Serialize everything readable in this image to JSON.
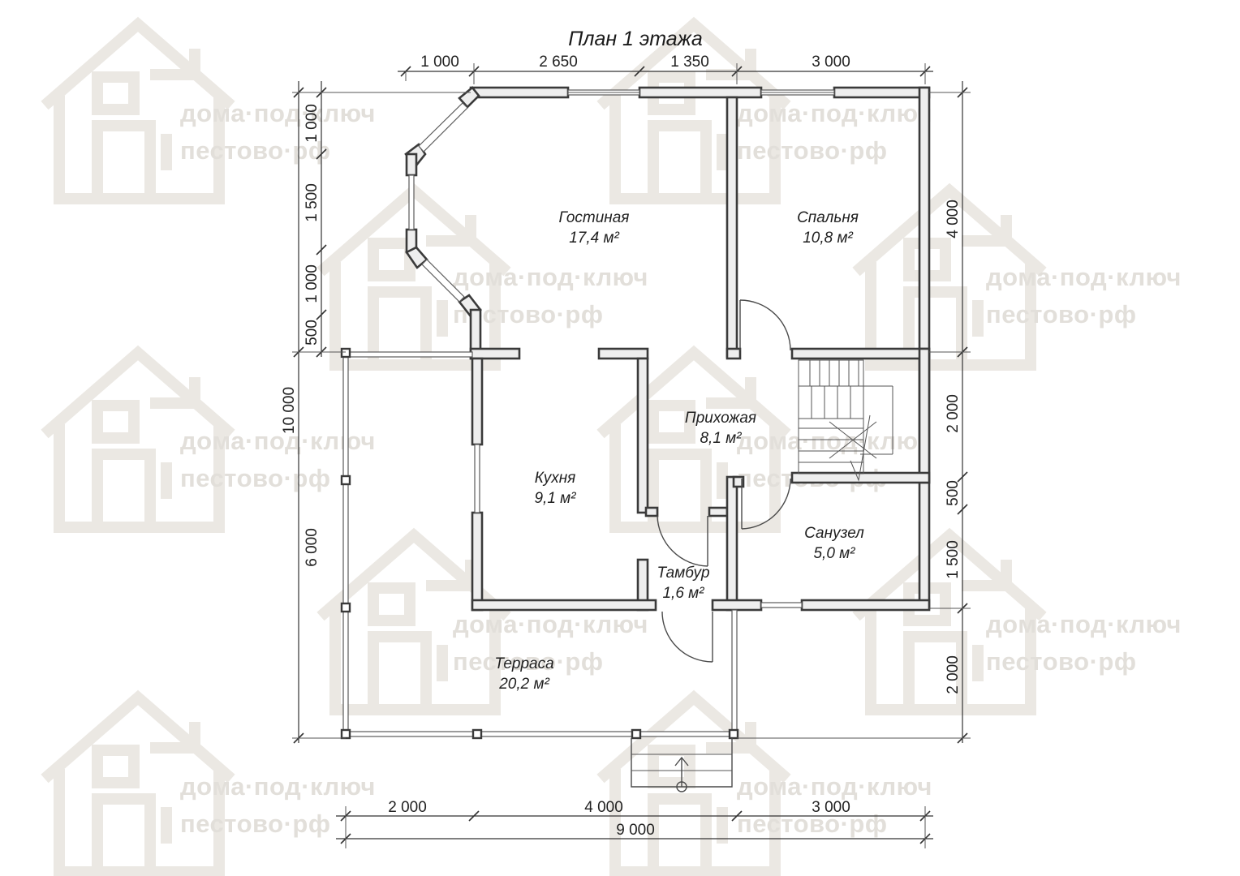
{
  "title": "План 1 этажа",
  "watermark": {
    "line1": "дома·под·ключ",
    "line2": "пестово·рф"
  },
  "rooms": [
    {
      "name": "Гостиная",
      "area": "17,4 м²"
    },
    {
      "name": "Спальня",
      "area": "10,8 м²"
    },
    {
      "name": "Прихожая",
      "area": "8,1 м²"
    },
    {
      "name": "Кухня",
      "area": "9,1 м²"
    },
    {
      "name": "Санузел",
      "area": "5,0 м²"
    },
    {
      "name": "Тамбур",
      "area": "1,6 м²"
    },
    {
      "name": "Терраса",
      "area": "20,2 м²"
    }
  ],
  "dimensions": {
    "top": [
      "1 000",
      "2 650",
      "1 350",
      "3 000"
    ],
    "bottom": [
      "2 000",
      "4 000",
      "3 000"
    ],
    "bottom_total": "9 000",
    "left_inner": [
      "1 000",
      "1 500",
      "1 000",
      "500"
    ],
    "left_outer": [
      "10 000",
      "6 000"
    ],
    "right": [
      "4 000",
      "2 000",
      "500",
      "1 500",
      "2 000"
    ]
  }
}
